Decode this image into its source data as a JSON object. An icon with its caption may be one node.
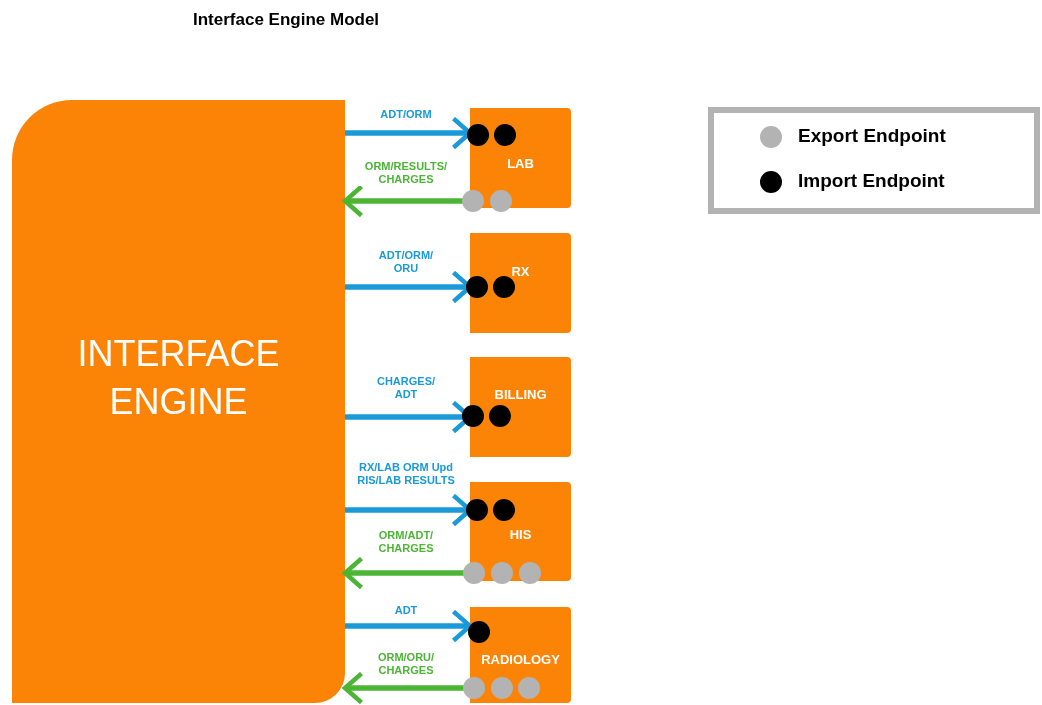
{
  "diagram": {
    "title": "Interface Engine Model",
    "nodes": [
      {
        "text": [
          "INTERFACE ENGINE"
        ]
      },
      {
        "text": [
          "LAB"
        ]
      },
      {
        "text": [
          "RX"
        ]
      },
      {
        "text": [
          "BILLING"
        ]
      },
      {
        "text": [
          "HIS"
        ]
      },
      {
        "text": [
          "RADIOLOGY"
        ]
      }
    ],
    "edges": [
      {
        "from": 0,
        "to": 1,
        "arrow": "to",
        "label": "ADT/ORM"
      },
      {
        "from": 1,
        "to": 0,
        "arrow": "to",
        "label": "ORM/RESULTS/ CHARGES",
        "color": "#4cb535"
      },
      {
        "from": 0,
        "to": 2,
        "arrow": "to",
        "label": "ADT/ORM/ ORU"
      },
      {
        "from": 0,
        "to": 3,
        "arrow": "to",
        "label": "CHARGES/ ADT"
      },
      {
        "from": 0,
        "to": 4,
        "arrow": "to",
        "label": "RX/LAB ORM Upd RIS/LAB RESULTS"
      },
      {
        "from": 4,
        "to": 0,
        "arrow": "to",
        "label": "ORM/ADT/ CHARGES",
        "color": "#4cb535"
      },
      {
        "from": 0,
        "to": 5,
        "arrow": "to",
        "label": "ADT"
      },
      {
        "from": 5,
        "to": 0,
        "arrow": "to",
        "label": "ORM/ORU/ CHARGES",
        "color": "#4cb535"
      }
    ],
    "legend": [
      {
        "text": "Export Endpoint",
        "color": "#b3b3b3"
      },
      {
        "text": "Import Endpoint",
        "color": "#000000"
      }
    ]
  }
}
